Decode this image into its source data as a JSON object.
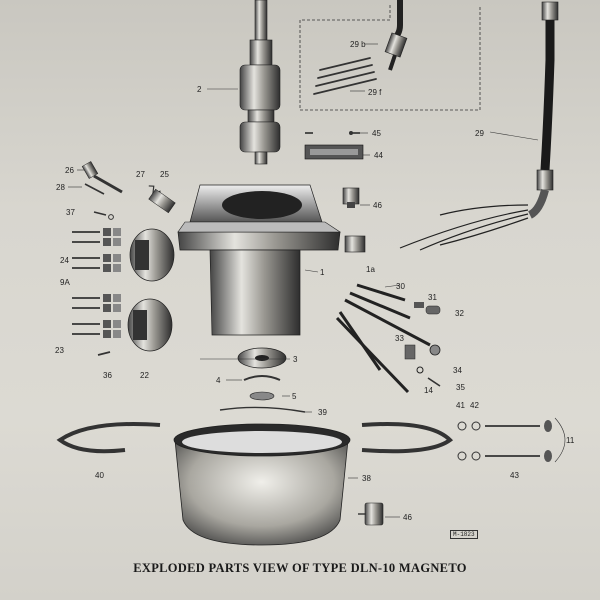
{
  "caption": "EXPLODED PARTS VIEW OF TYPE DLN-10 MAGNETO",
  "stamp": "M-1823",
  "callouts": {
    "c2": "2",
    "c29b": "29 b",
    "c29f": "29 f",
    "c29": "29",
    "c45": "45",
    "c44": "44",
    "c26": "26",
    "c27": "27",
    "c25": "25",
    "c28": "28",
    "c46a": "46",
    "c37": "37",
    "c24": "24",
    "c9a": "9A",
    "c1": "1",
    "c1a": "1a",
    "c30": "30",
    "c31": "31",
    "c32": "32",
    "c33": "33",
    "c23": "23",
    "c22": "22",
    "c3": "3",
    "c36": "36",
    "c34": "34",
    "c14": "14",
    "c35": "35",
    "c4": "4",
    "c5": "5",
    "c39": "39",
    "c41": "41",
    "c42": "42",
    "c11": "11",
    "c40": "40",
    "c38": "38",
    "c43": "43",
    "c46b": "46"
  },
  "colors": {
    "ink": "#1e1e1e",
    "paper": "#d8d6cf",
    "metal": "#8c8a84"
  }
}
